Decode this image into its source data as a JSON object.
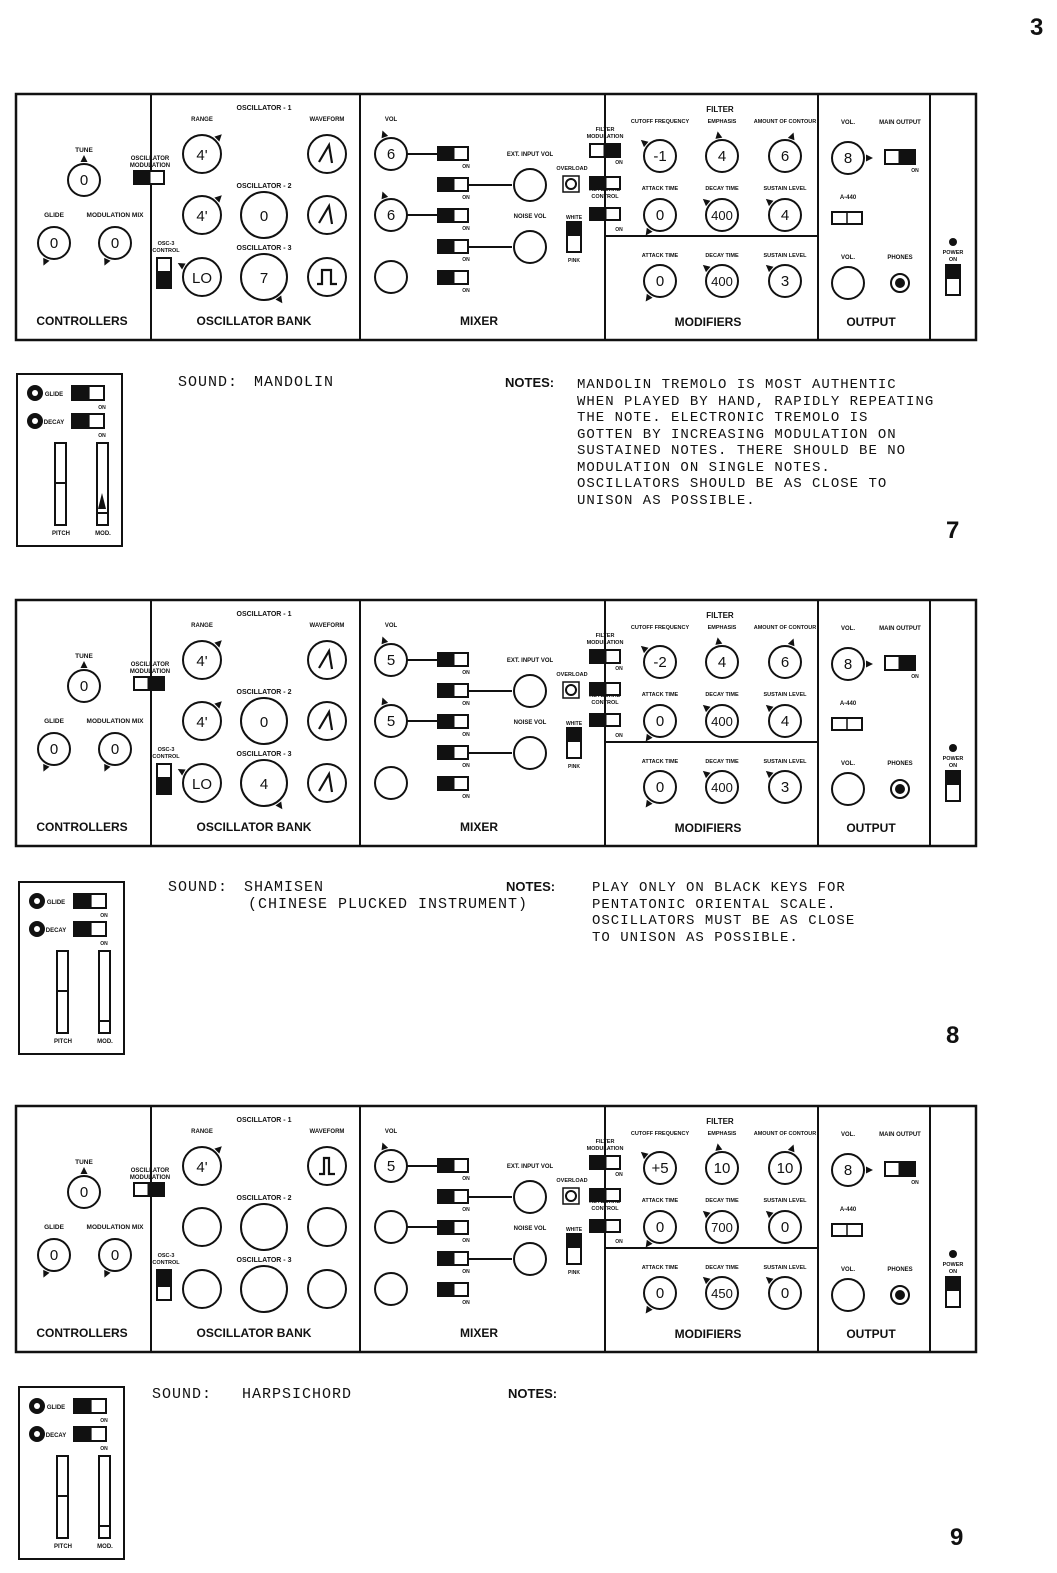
{
  "page_number": "3",
  "labels": {
    "section": {
      "controllers": "CONTROLLERS",
      "oscillator_bank": "OSCILLATOR BANK",
      "mixer": "MIXER",
      "modifiers": "MODIFIERS",
      "output": "OUTPUT"
    },
    "tune": "TUNE",
    "osc_mod": [
      "OSCILLATOR",
      "MODULATION"
    ],
    "glide": "GLIDE",
    "mod_mix": "MODULATION MIX",
    "osc1": "OSCILLATOR - 1",
    "osc2": "OSCILLATOR - 2",
    "osc3": "OSCILLATOR - 3",
    "range": "RANGE",
    "waveform": "WAVEFORM",
    "osc3_control": [
      "OSC-3",
      "CONTROL"
    ],
    "vol": "VOL",
    "ext_input_vol": "EXT. INPUT VOL",
    "noise_vol": "NOISE VOL",
    "overload": "OVERLOAD",
    "on": "ON",
    "filter_modulation": [
      "FILTER",
      "MODULATION"
    ],
    "keyboard_control": [
      "KEYBOARD",
      "CONTROL"
    ],
    "white": "WHITE",
    "pink": "PINK",
    "filter": "FILTER",
    "cutoff": "CUTOFF FREQUENCY",
    "emphasis": "EMPHASIS",
    "contour": "AMOUNT OF CONTOUR",
    "attack": "ATTACK TIME",
    "decay": "DECAY TIME",
    "sustain": "SUSTAIN LEVEL",
    "out_vol": "VOL.",
    "main_output": "MAIN OUTPUT",
    "a440": "A-440",
    "phones": "PHONES",
    "power": [
      "POWER",
      "ON"
    ],
    "glide_sw": "GLIDE",
    "decay_sw": "DECAY",
    "pitch": "PITCH",
    "mod": "MOD.",
    "sound_prefix": "SOUND:",
    "notes": "NOTES:"
  },
  "patches": [
    {
      "number": "7",
      "sound": "MANDOLIN",
      "sound_line2": "",
      "notes": [
        "MANDOLIN TREMOLO IS MOST AUTHENTIC",
        "WHEN PLAYED BY HAND, RAPIDLY REPEATING",
        "THE NOTE. ELECTRONIC TREMOLO IS",
        "GOTTEN BY INCREASING MODULATION ON",
        "SUSTAINED NOTES. THERE SHOULD BE NO",
        "MODULATION ON SINGLE NOTES.",
        "OSCILLATORS SHOULD BE AS CLOSE TO",
        "UNISON AS POSSIBLE."
      ],
      "knobs": {
        "tune": "0",
        "glide": "0",
        "mod_mix": "0",
        "osc1_range": "4'",
        "osc2_range": "4'",
        "osc2_freq": "0",
        "osc3_range": "LO",
        "osc3_freq": "7",
        "mix_vol1": "6",
        "mix_vol2": "6",
        "mix_vol3": "",
        "cutoff": "-1",
        "emphasis": "4",
        "contour": "6",
        "f_attack": "0",
        "f_decay": "400",
        "f_sustain": "4",
        "l_attack": "0",
        "l_decay": "400",
        "l_sustain": "3",
        "out_vol": "8",
        "phones_vol": ""
      },
      "waveforms": [
        "triangle",
        "triangle",
        "square"
      ],
      "mod_arrow": true
    },
    {
      "number": "8",
      "sound": "SHAMISEN",
      "sound_line2": "(CHINESE PLUCKED INSTRUMENT)",
      "notes": [
        "PLAY ONLY ON BLACK KEYS FOR",
        "PENTATONIC ORIENTAL SCALE.",
        "OSCILLATORS MUST BE AS CLOSE",
        "TO UNISON AS POSSIBLE."
      ],
      "knobs": {
        "tune": "0",
        "glide": "0",
        "mod_mix": "0",
        "osc1_range": "4'",
        "osc2_range": "4'",
        "osc2_freq": "0",
        "osc3_range": "LO",
        "osc3_freq": "4",
        "mix_vol1": "5",
        "mix_vol2": "5",
        "mix_vol3": "",
        "cutoff": "-2",
        "emphasis": "4",
        "contour": "6",
        "f_attack": "0",
        "f_decay": "400",
        "f_sustain": "4",
        "l_attack": "0",
        "l_decay": "400",
        "l_sustain": "3",
        "out_vol": "8",
        "phones_vol": ""
      },
      "waveforms": [
        "triangle",
        "triangle",
        "triangle"
      ],
      "mod_arrow": false
    },
    {
      "number": "9",
      "sound": "HARPSICHORD",
      "sound_line2": "",
      "notes": [],
      "knobs": {
        "tune": "0",
        "glide": "0",
        "mod_mix": "0",
        "osc1_range": "4'",
        "osc2_range": "",
        "osc2_freq": "",
        "osc3_range": "",
        "osc3_freq": "",
        "mix_vol1": "5",
        "mix_vol2": "",
        "mix_vol3": "",
        "cutoff": "+5",
        "emphasis": "10",
        "contour": "10",
        "f_attack": "0",
        "f_decay": "700",
        "f_sustain": "0",
        "l_attack": "0",
        "l_decay": "450",
        "l_sustain": "0",
        "out_vol": "8",
        "phones_vol": ""
      },
      "waveforms": [
        "pulse",
        "",
        ""
      ],
      "mod_arrow": false
    }
  ]
}
